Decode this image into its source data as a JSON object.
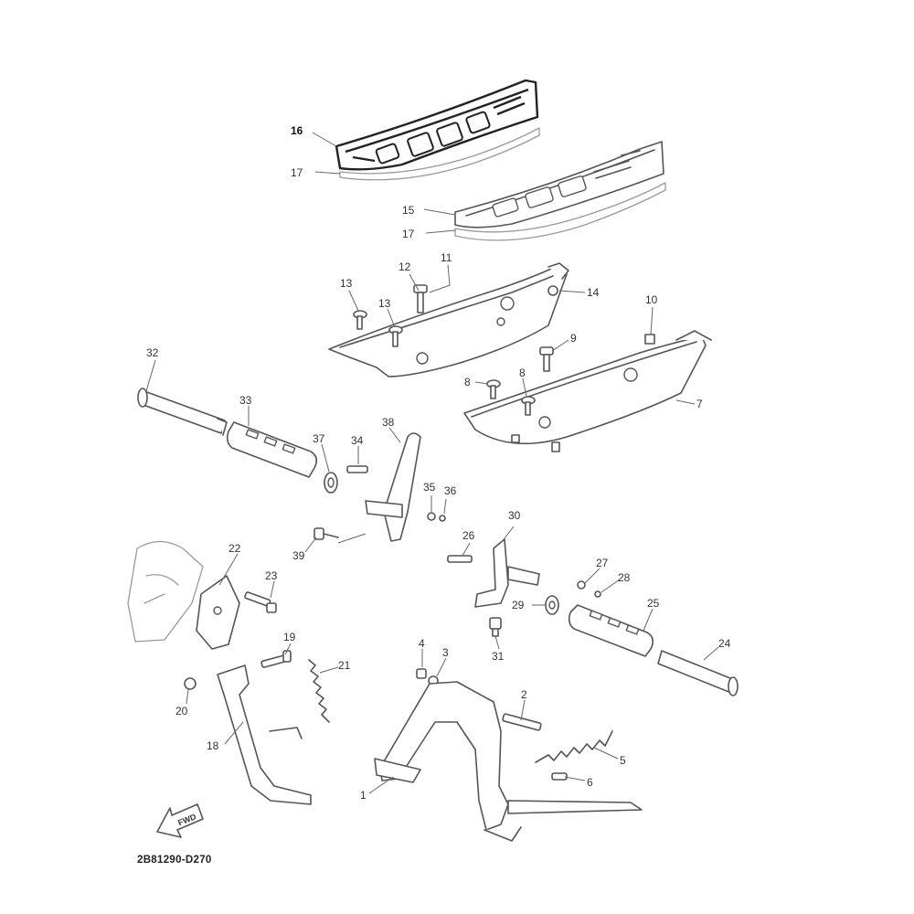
{
  "diagram": {
    "part_numbers": {
      "p1": "1",
      "p2": "2",
      "p3": "3",
      "p4": "4",
      "p5": "5",
      "p6": "6",
      "p7": "7",
      "p8a": "8",
      "p8b": "8",
      "p9": "9",
      "p10": "10",
      "p11": "11",
      "p12": "12",
      "p13a": "13",
      "p13b": "13",
      "p14": "14",
      "p15": "15",
      "p16": "16",
      "p17a": "17",
      "p17b": "17",
      "p18": "18",
      "p19": "19",
      "p20": "20",
      "p21": "21",
      "p22": "22",
      "p23": "23",
      "p24": "24",
      "p25": "25",
      "p26": "26",
      "p27": "27",
      "p28": "28",
      "p29": "29",
      "p30": "30",
      "p31": "31",
      "p32": "32",
      "p33": "33",
      "p34": "34",
      "p35": "35",
      "p36": "36",
      "p37": "37",
      "p38": "38",
      "p39": "39"
    },
    "fwd_label": "FWD",
    "drawing_code": "2B81290-D270",
    "icons": [
      "fwd-arrow-icon"
    ]
  }
}
